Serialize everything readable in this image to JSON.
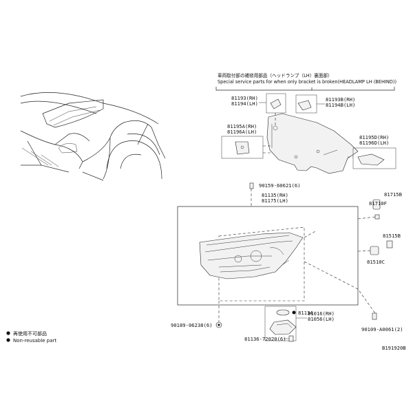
{
  "bracket_note": {
    "jp": "車両取付部の補修用部品（ヘッドランプ（LH）裏面部）",
    "en": "Special service parts for when only bracket is broken(HEADLAMP LH (BEHIND))"
  },
  "labels": {
    "p81193": [
      "81193(RH)",
      "81194(LH)"
    ],
    "p81193B": [
      "81193B(RH)",
      "81194B(LH)"
    ],
    "p81195A": [
      "81195A(RH)",
      "81196A(LH)"
    ],
    "p81195D": [
      "81195D(RH)",
      "81196D(LH)"
    ],
    "p90159": "90159-60621(6)",
    "p81135": [
      "81135(RH)",
      "81175(LH)"
    ],
    "p81715B": "81715B",
    "p81710F": "81710F",
    "p81515B": "81515B",
    "p81510C": "81510C",
    "p81134": "81134",
    "p81016": [
      "81016(RH)",
      "81056(LH)"
    ],
    "p90189": "90189-06238(6)",
    "p90109": "90109-A0061(2)",
    "p81136": "81136-72020(6)"
  },
  "legend": {
    "jp": "再使用不可部品",
    "en": "Non-reusable part"
  },
  "figure_code": "B191920B"
}
